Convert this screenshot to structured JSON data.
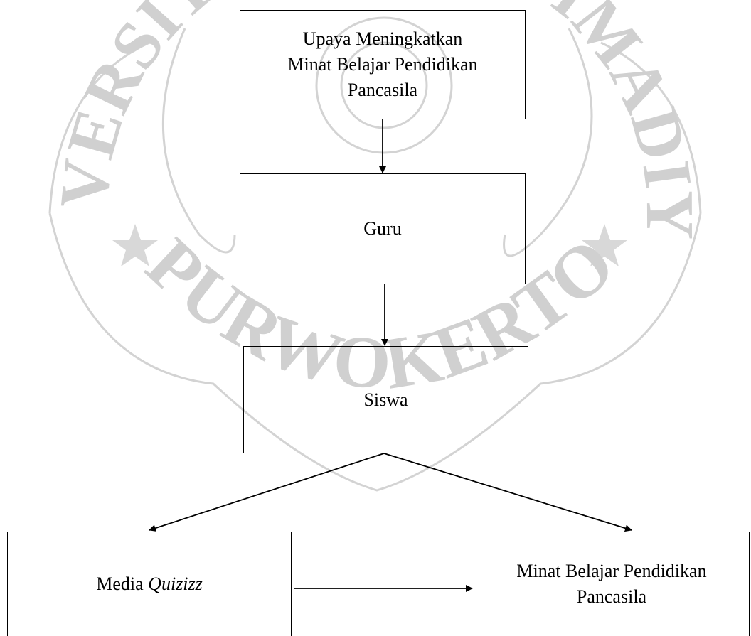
{
  "diagram": {
    "nodes": {
      "upaya": "Upaya Meningkatkan\nMinat Belajar Pendidikan\nPancasila",
      "guru": "Guru",
      "siswa": "Siswa",
      "media_prefix": "Media ",
      "media_emph": "Quizizz",
      "minat": "Minat Belajar Pendidikan\nPancasila"
    },
    "edges": [
      {
        "from": "upaya",
        "to": "guru"
      },
      {
        "from": "guru",
        "to": "siswa"
      },
      {
        "from": "siswa",
        "to": "media"
      },
      {
        "from": "siswa",
        "to": "minat"
      },
      {
        "from": "media",
        "to": "minat"
      }
    ]
  },
  "watermark": {
    "arc_text": "UNIVERSITAS MUHAMMADIYAH",
    "city_text": "PURWOKERTO",
    "color": "#c9c9c9"
  }
}
